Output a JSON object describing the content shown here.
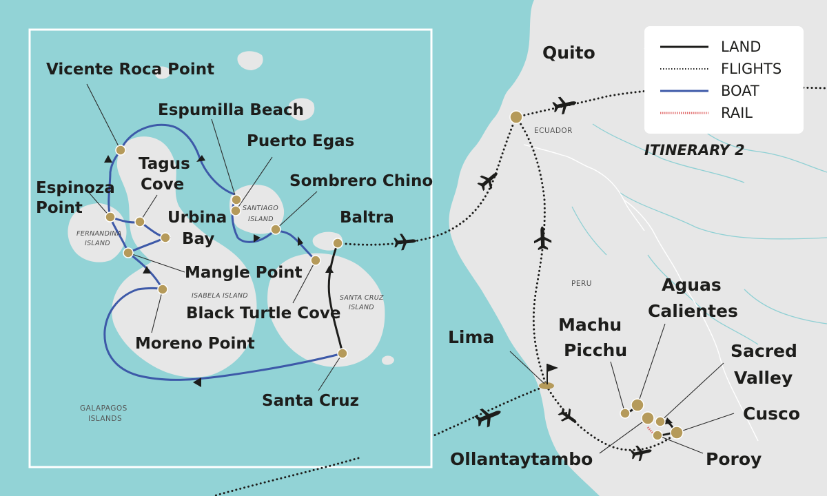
{
  "legend": {
    "land": "LAND",
    "flights": "FLIGHTS",
    "boat": "BOAT",
    "rail": "RAIL"
  },
  "itinerary_label": "ITINERARY 2",
  "colors": {
    "ocean": "#92d3d6",
    "land": "#e7e7e7",
    "boat": "#3d59a8",
    "land_route": "#1d1d1b",
    "rail": "#e06b6b",
    "stop": "#b59a5a"
  },
  "islands": {
    "fernandina": "FERNANDINA ISLAND",
    "fernandina_l1": "FERNANDINA",
    "fernandina_l2": "ISLAND",
    "santiago_l1": "SANTIAGO",
    "santiago_l2": "ISLAND",
    "isabela": "ISABELA ISLAND",
    "santacruz_l1": "SANTA CRUZ",
    "santacruz_l2": "ISLAND",
    "galapagos_l1": "GALAPAGOS",
    "galapagos_l2": "ISLANDS"
  },
  "countries": {
    "ecuador": "ECUADOR",
    "peru": "PERU"
  },
  "places": {
    "vicente_roca": "Vicente Roca Point",
    "espumilla": "Espumilla Beach",
    "puerto_egas": "Puerto Egas",
    "tagus_l1": "Tagus",
    "tagus_l2": "Cove",
    "sombrero": "Sombrero Chino",
    "espinoza_l1": "Espinoza",
    "espinoza_l2": "Point",
    "urbina_l1": "Urbina",
    "urbina_l2": "Bay",
    "baltra": "Baltra",
    "mangle": "Mangle Point",
    "black_turtle": "Black Turtle Cove",
    "moreno": "Moreno Point",
    "santa_cruz": "Santa Cruz",
    "quito": "Quito",
    "lima": "Lima",
    "machu_l1": "Machu",
    "machu_l2": "Picchu",
    "aguas_l1": "Aguas",
    "aguas_l2": "Calientes",
    "sacred_l1": "Sacred",
    "sacred_l2": "Valley",
    "cusco": "Cusco",
    "poroy": "Poroy",
    "ollantaytambo": "Ollantaytambo"
  }
}
